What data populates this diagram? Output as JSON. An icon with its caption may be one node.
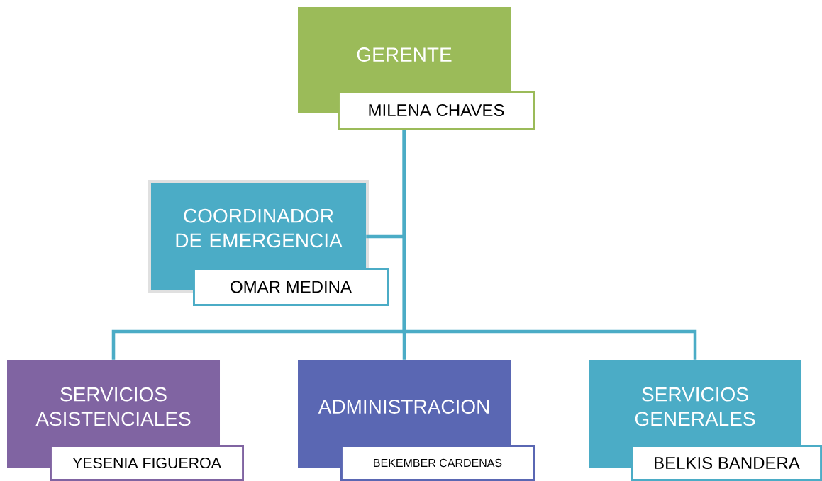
{
  "diagram": {
    "nodes": [
      {
        "text": [
          "GERENTE",
          "MILENA CHAVES"
        ]
      },
      {
        "text": [
          "COORDINADOR DE EMERGENCIA",
          "OMAR MEDINA"
        ]
      },
      {
        "text": [
          "SERVICIOS ASISTENCIALES",
          "YESENIA FIGUEROA"
        ]
      },
      {
        "text": [
          "ADMINISTRACION",
          "BEKEMBER CARDENAS"
        ]
      },
      {
        "text": [
          "SERVICIOS GENERALES",
          "BELKIS BANDERA"
        ]
      }
    ],
    "edges": [
      {
        "from": 0,
        "to": 1,
        "arrow": "none"
      },
      {
        "from": 0,
        "to": 2,
        "arrow": "none"
      },
      {
        "from": 0,
        "to": 3,
        "arrow": "none"
      },
      {
        "from": 0,
        "to": 4,
        "arrow": "none"
      }
    ]
  }
}
